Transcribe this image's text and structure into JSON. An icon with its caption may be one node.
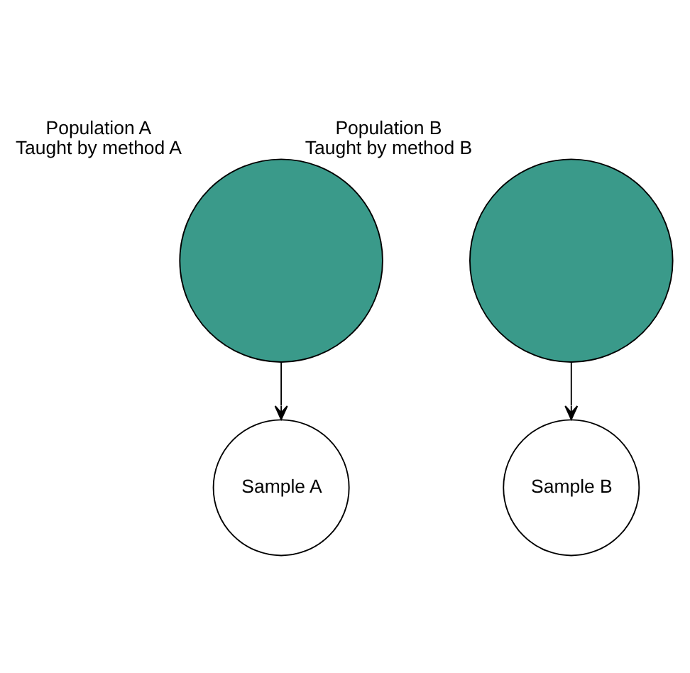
{
  "diagram": {
    "nodes": [
      {
        "text": [
          "Population A Taught by method A"
        ]
      },
      {
        "text": [
          "Population B Taught by method B"
        ]
      },
      {
        "text": [
          "Sample A"
        ]
      },
      {
        "text": [
          "Sample B"
        ]
      }
    ],
    "edges": [
      {
        "from": 0,
        "to": 2,
        "arrow": "to"
      },
      {
        "from": 1,
        "to": 3,
        "arrow": "to"
      }
    ]
  }
}
